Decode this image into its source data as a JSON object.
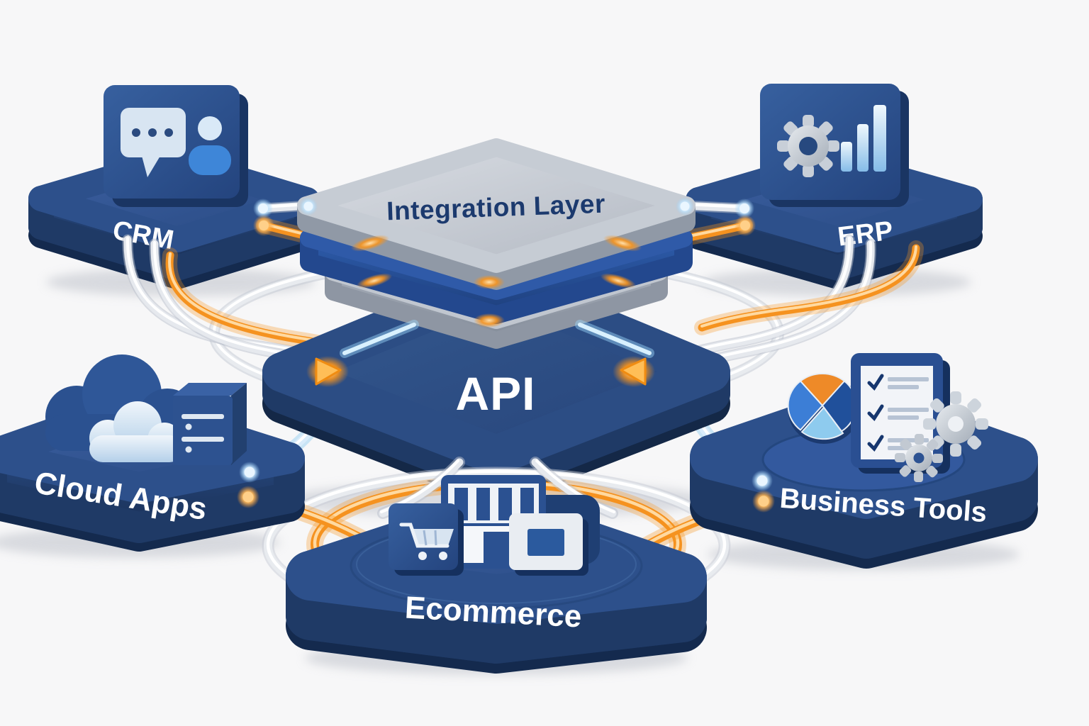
{
  "scene": {
    "background_color": "#f7f7f8",
    "center": {
      "integration_label": "Integration Layer",
      "api_label": "API",
      "stack_layers": [
        "gray-top-layer",
        "blue-layer",
        "gray-lower-layer",
        "api-platform"
      ]
    },
    "nodes": {
      "crm": {
        "label": "CRM",
        "icons": [
          "chat-bubble-icon",
          "person-icon"
        ]
      },
      "erp": {
        "label": "ERP",
        "icons": [
          "gear-icon",
          "bar-chart-icon"
        ]
      },
      "cloud_apps": {
        "label": "Cloud Apps",
        "icons": [
          "cloud-icon",
          "server-icon"
        ]
      },
      "business_tools": {
        "label": "Business Tools",
        "icons": [
          "pie-chart-icon",
          "checklist-icon",
          "gears-icon"
        ]
      },
      "ecommerce": {
        "label": "Ecommerce",
        "icons": [
          "shopping-cart-icon",
          "storefront-icon",
          "payment-card-icon"
        ]
      }
    },
    "connections": [
      {
        "from": "crm",
        "to": "integration-stack",
        "styles": [
          "white-tube",
          "orange-tube"
        ]
      },
      {
        "from": "erp",
        "to": "integration-stack",
        "styles": [
          "white-tube",
          "orange-tube"
        ]
      },
      {
        "from": "cloud_apps",
        "to": "api",
        "styles": [
          "blue-white-tube",
          "orange-tube"
        ]
      },
      {
        "from": "business_tools",
        "to": "api",
        "styles": [
          "blue-white-tube",
          "orange-tube"
        ]
      },
      {
        "from": "api",
        "to": "ecommerce",
        "styles": [
          "white-loop",
          "orange-loop"
        ]
      }
    ],
    "colors": {
      "navy": "#2b4f8e",
      "navy_dark": "#1d3a6b",
      "accent_orange": "#f7941e",
      "silver_gray": "#c3c9d2",
      "glow_blue": "#bfe6ff",
      "label_text": "#ffffff",
      "integration_text": "#1c3a6e"
    }
  }
}
